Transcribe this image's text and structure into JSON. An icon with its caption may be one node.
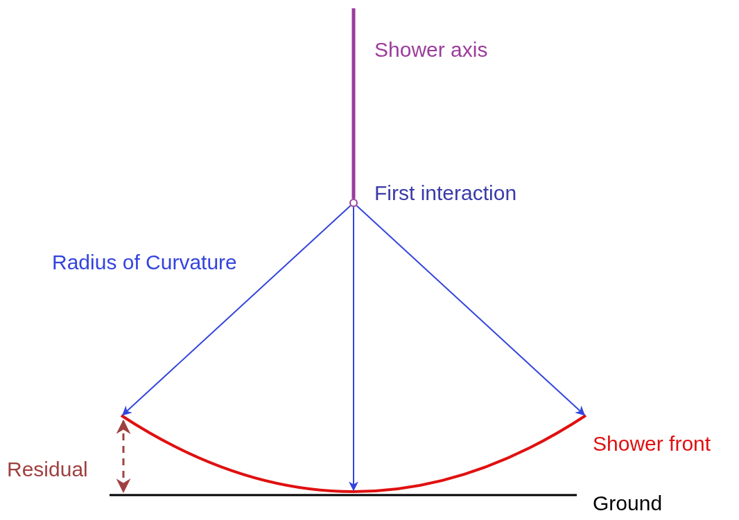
{
  "diagram": {
    "nodes": [
      {
        "text": [],
        "shape": "circle",
        "beside": [
          "First interaction"
        ]
      },
      {
        "text": [],
        "shape": "arc",
        "beside": [
          "Shower front"
        ]
      }
    ],
    "edges": [
      {
        "from": null,
        "to": 0,
        "arrow": "none",
        "label": "Shower axis",
        "style": "thick",
        "color": "#9b3c9b"
      },
      {
        "from": 0,
        "to": 1,
        "arrow": "to",
        "label": "Radius of Curvature"
      },
      {
        "from": 0,
        "to": 1,
        "arrow": "to"
      },
      {
        "from": 0,
        "to": 1,
        "arrow": "to"
      }
    ],
    "labels": [
      "Residual",
      "Ground"
    ]
  }
}
